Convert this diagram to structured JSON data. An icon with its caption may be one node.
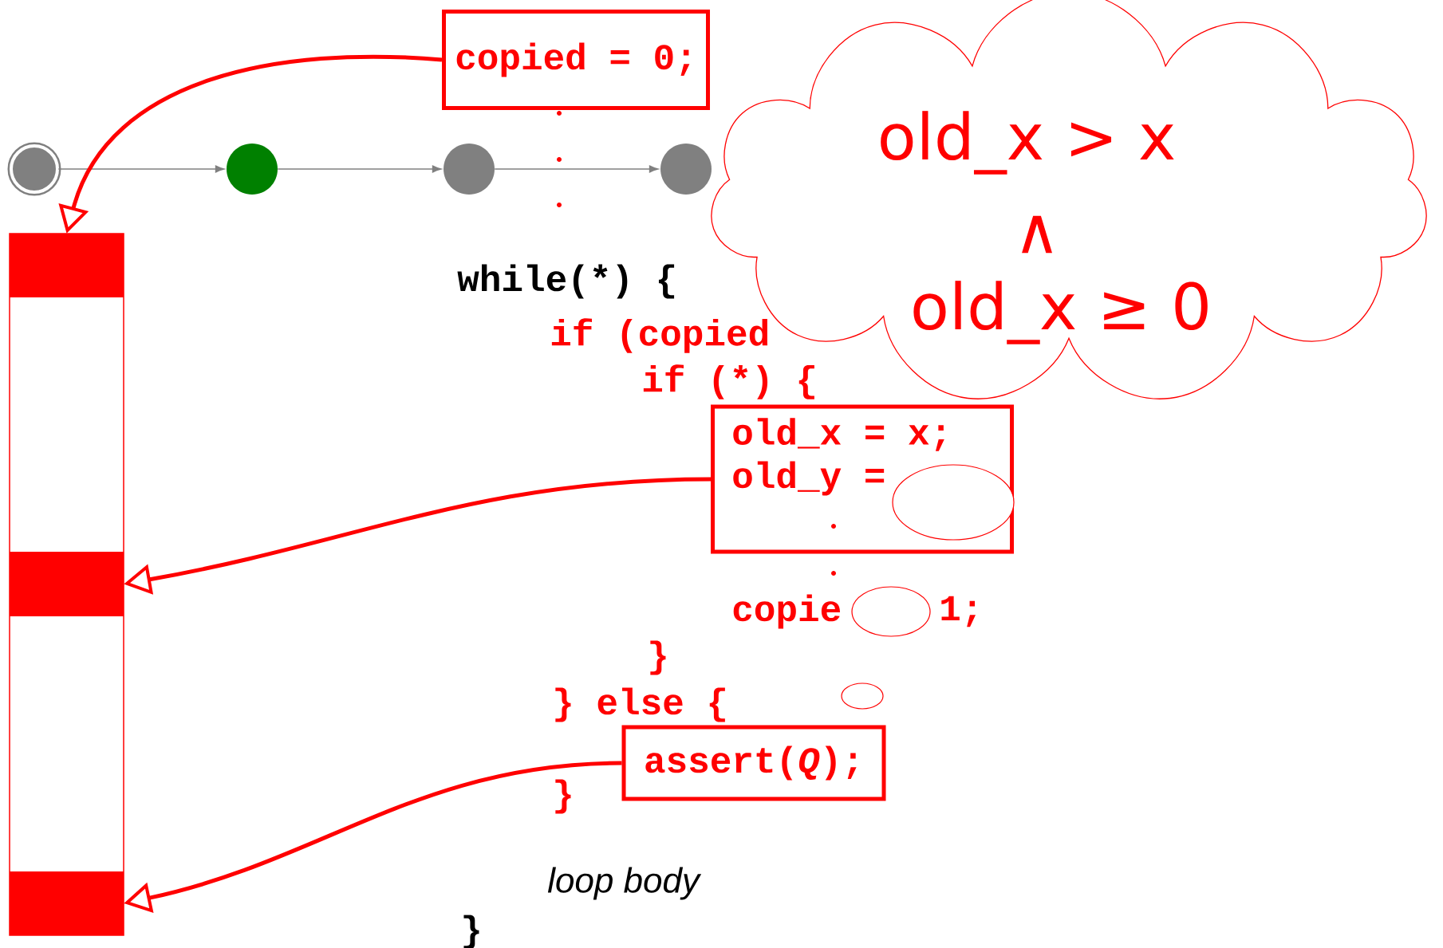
{
  "diagram": {
    "nodes": [
      {
        "text": [],
        "shape": "circle"
      },
      {
        "text": [],
        "shape": "circle"
      },
      {
        "text": [],
        "shape": "circle"
      },
      {
        "text": [],
        "shape": "circle"
      },
      {
        "text": [
          "copied = 0;"
        ]
      },
      {
        "text": [
          "old_x > x",
          "∧",
          "old_x ≥ 0"
        ]
      },
      {
        "text": [
          "old_x = x;",
          "old_y ="
        ]
      },
      {
        "text": [
          "assert(*Q*);"
        ]
      },
      {
        "text": [],
        "shape": "bar"
      },
      {
        "text": [],
        "shape": "bar",
        "in": 8
      },
      {
        "text": [],
        "shape": "bar",
        "in": 8
      },
      {
        "text": [],
        "shape": "bar",
        "in": 8
      }
    ],
    "edges": [
      {
        "from": 0,
        "to": 1,
        "arrow": "to",
        "color": "#808080"
      },
      {
        "from": 1,
        "to": 2,
        "arrow": "to",
        "color": "#808080"
      },
      {
        "from": 2,
        "to": 3,
        "arrow": "to",
        "color": "#808080"
      },
      {
        "from": 4,
        "to": 9,
        "arrow": "to",
        "style": "thick",
        "color": "#ff0000"
      },
      {
        "from": 6,
        "to": 10,
        "arrow": "to",
        "style": "thick",
        "color": "#ff0000"
      },
      {
        "from": 7,
        "to": 11,
        "arrow": "to",
        "style": "thick",
        "color": "#ff0000"
      }
    ],
    "labels": [
      "while(*) {",
      "if (copied",
      "if (*) {",
      "copie",
      "1;",
      "}",
      "} else {",
      "}",
      "loop body",
      "}"
    ]
  }
}
